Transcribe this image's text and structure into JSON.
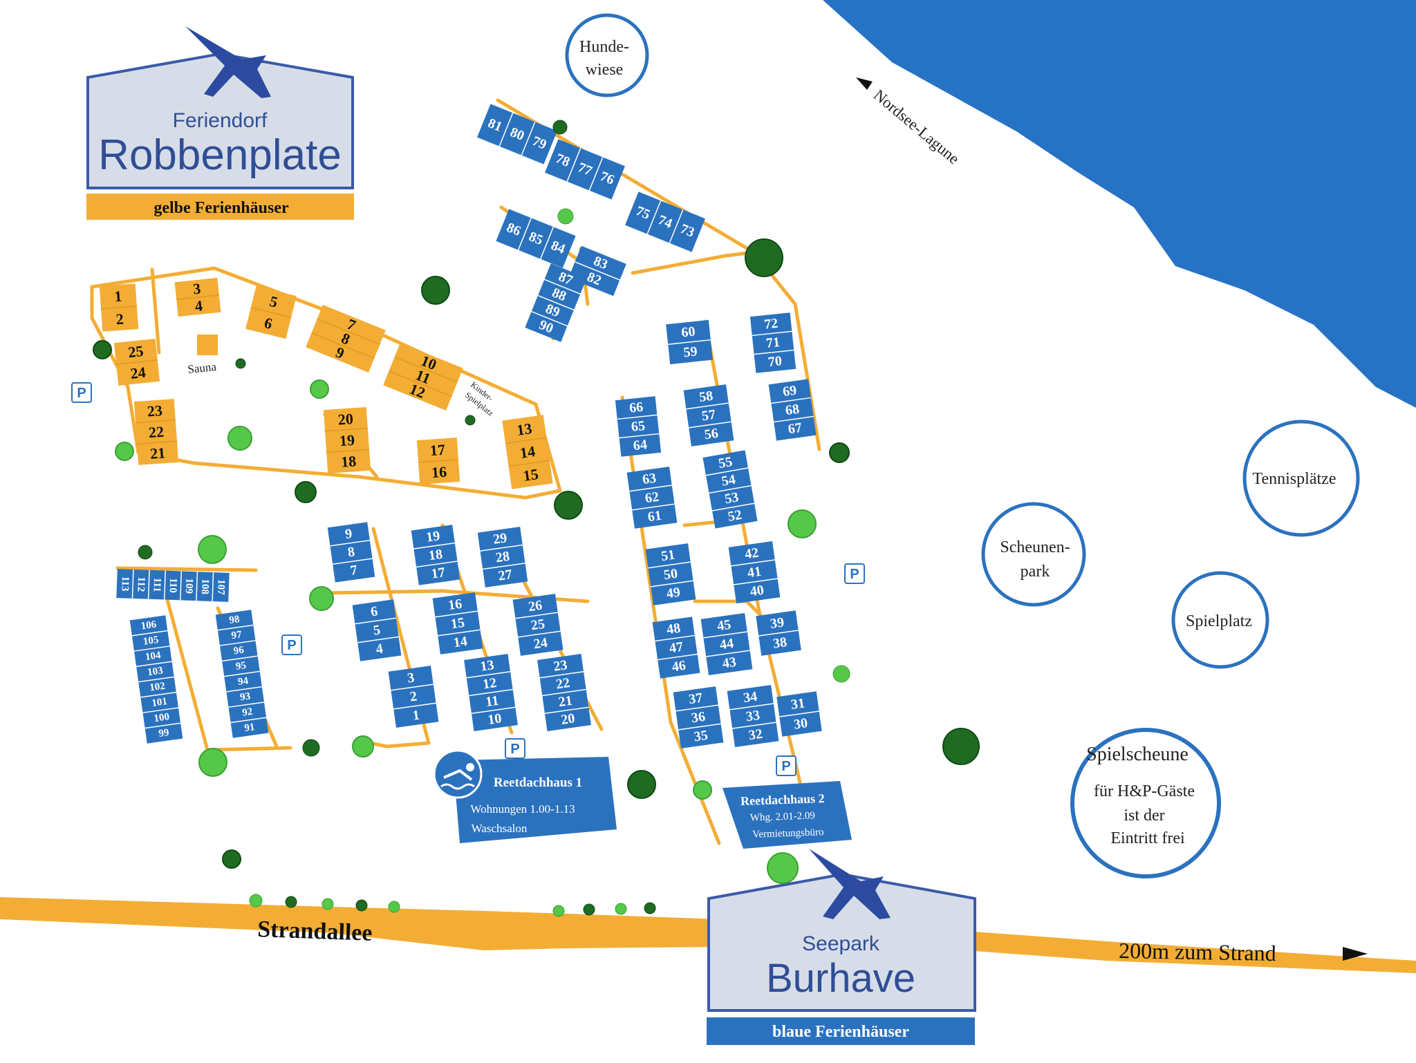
{
  "colors": {
    "blue": "#2b72be",
    "yellow": "#f3ad35",
    "water": "#2672c4",
    "road": "#f3ad35",
    "sign_bg": "#d7dde8",
    "sign_text": "#2f4e96",
    "bird": "#2c4ba0",
    "tree_dark": "#1f6b22",
    "tree_light": "#55c84a"
  },
  "icons": {
    "bird": "seagull-icon",
    "parking": "parking-icon",
    "pool": "swimming-pool-icon",
    "arrow": "arrow-icon"
  },
  "robbenplate": {
    "subtitle": "Feriendorf",
    "title": "Robbenplate",
    "banner": "gelbe Ferienhäuser"
  },
  "burhave": {
    "subtitle": "Seepark",
    "title": "Burhave",
    "banner": "blaue Ferienhäuser"
  },
  "labels": {
    "hundewiese": [
      "Hunde-",
      "wiese"
    ],
    "nordsee": "Nordsee-Lagune",
    "sauna": "Sauna",
    "kinderspielplatz": [
      "Kinder-",
      "Spielplatz"
    ],
    "strandallee": "Strandallee",
    "strand": "200m zum Strand",
    "tennis": "Tennisplätze",
    "scheunenpark": [
      "Scheunen-",
      "park"
    ],
    "spielplatz": "Spielplatz",
    "spielscheune": [
      "Spielscheune",
      "für H&P-Gäste",
      "ist der",
      "Eintritt frei"
    ],
    "parking": "P"
  },
  "reetdachhaus1": {
    "title": "Reetdachhaus 1",
    "line1": "Wohnungen 1.00-1.13",
    "line2": "Waschsalon"
  },
  "reetdachhaus2": {
    "title": "Reetdachhaus 2",
    "line1": "Whg. 2.01-2.09",
    "line2": "Vermietungsbüro"
  },
  "yellow_houses": [
    [
      "1",
      "2"
    ],
    [
      "3",
      "4"
    ],
    [
      "5",
      "6"
    ],
    [
      "7",
      "8",
      "9"
    ],
    [
      "10",
      "11",
      "12"
    ],
    [
      "25",
      "24"
    ],
    [
      "23",
      "22",
      "21"
    ],
    [
      "20",
      "19",
      "18"
    ],
    [
      "17",
      "16"
    ],
    [
      "13",
      "14",
      "15"
    ]
  ],
  "blue_houses": [
    [
      "81",
      "80",
      "79"
    ],
    [
      "78",
      "77",
      "76"
    ],
    [
      "75",
      "74",
      "73"
    ],
    [
      "86",
      "85",
      "84"
    ],
    [
      "83",
      "82"
    ],
    [
      "87",
      "88",
      "89",
      "90"
    ],
    [
      "60",
      "59"
    ],
    [
      "72",
      "71",
      "70"
    ],
    [
      "69",
      "68",
      "67"
    ],
    [
      "66",
      "65",
      "64"
    ],
    [
      "58",
      "57",
      "56"
    ],
    [
      "55",
      "54",
      "53",
      "52"
    ],
    [
      "63",
      "62",
      "61"
    ],
    [
      "51",
      "50",
      "49"
    ],
    [
      "42",
      "41",
      "40"
    ],
    [
      "48",
      "47",
      "46"
    ],
    [
      "45",
      "44",
      "43"
    ],
    [
      "39",
      "38"
    ],
    [
      "37",
      "36",
      "35"
    ],
    [
      "34",
      "33",
      "32"
    ],
    [
      "31",
      "30"
    ],
    [
      "9",
      "8",
      "7"
    ],
    [
      "19",
      "18",
      "17"
    ],
    [
      "29",
      "28",
      "27"
    ],
    [
      "6",
      "5",
      "4"
    ],
    [
      "16",
      "15",
      "14"
    ],
    [
      "26",
      "25",
      "24"
    ],
    [
      "3",
      "2",
      "1"
    ],
    [
      "13",
      "12",
      "11",
      "10"
    ],
    [
      "23",
      "22",
      "21",
      "20"
    ],
    [
      "113",
      "112",
      "111",
      "110",
      "109",
      "108",
      "107"
    ],
    [
      "106",
      "105",
      "104",
      "103",
      "102",
      "101",
      "100",
      "99"
    ],
    [
      "98",
      "97",
      "96",
      "95",
      "94",
      "93",
      "92",
      "91"
    ]
  ]
}
